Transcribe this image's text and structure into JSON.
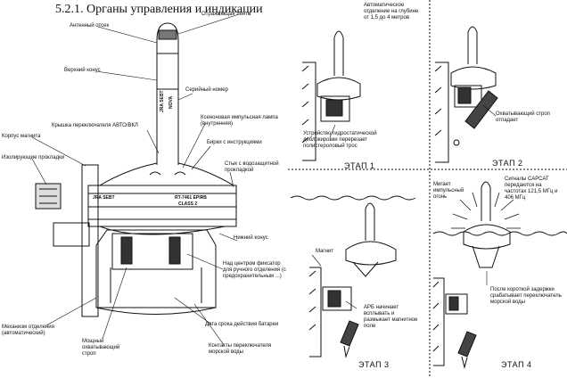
{
  "heading": "5.2.1. Органы управления и индикации",
  "diagram": {
    "labels": {
      "antenna": "Антенный отсек",
      "reflective_tape": "Отражающая лента",
      "upper_cone": "Верхний конус",
      "serial_number": "Серийный номер",
      "switch_cover": "Крышка переключателя АВТО/ВКЛ",
      "xenon_lamp": "Ксеноновая импульсная лампа (внутренняя)",
      "magnet_housing": "Корпус магнита",
      "instruction_tags": "Бирки с инструкциями",
      "insulating_pads": "Изолирующие прокладки",
      "waterproof_joint": "Стык с водозащитной прокладкой",
      "lower_cone": "Нижний конус",
      "fixator_center": "Над центром фиксатор для ручного отделения (с предохранительным ...)",
      "release_mechanism": "Механизм отделения (автоматический)",
      "strong_sling": "Мощный охватывающий строп",
      "battery_date": "Дата срока действия батареи",
      "seawater_contacts": "Контакты переключателя морской воды"
    },
    "device_text": {
      "brand": "JRA SEBT",
      "model": "RT-7461 EPIRB",
      "class": "CLASS 2",
      "cone_brand": "JRA SEBT",
      "cone_model": "NOVA"
    }
  },
  "stages": {
    "stage1": {
      "title": "ЭТАП 1",
      "note_top": "Автоматическое отделение на глубине от 1,5 до 4 метров",
      "note_bottom": "Устройство гидростатической деблокировки перерезает полистероловый трос"
    },
    "stage2": {
      "title": "ЭТАП 2",
      "note": "Охватывающий строп отпадает"
    },
    "stage3": {
      "title": "ЭТАП 3",
      "magnet": "Магнит",
      "note": "АРБ начинает всплывать и размыкает магнитное поле"
    },
    "stage4": {
      "title": "ЭТАП 4",
      "flash": "Мигает импульсный огонь",
      "signals": "Сигналы САРСАТ передаются на частотах 121,5 МГц и 406 МГц",
      "note": "После короткой задержки срабатывает переключатель морской воды"
    }
  }
}
